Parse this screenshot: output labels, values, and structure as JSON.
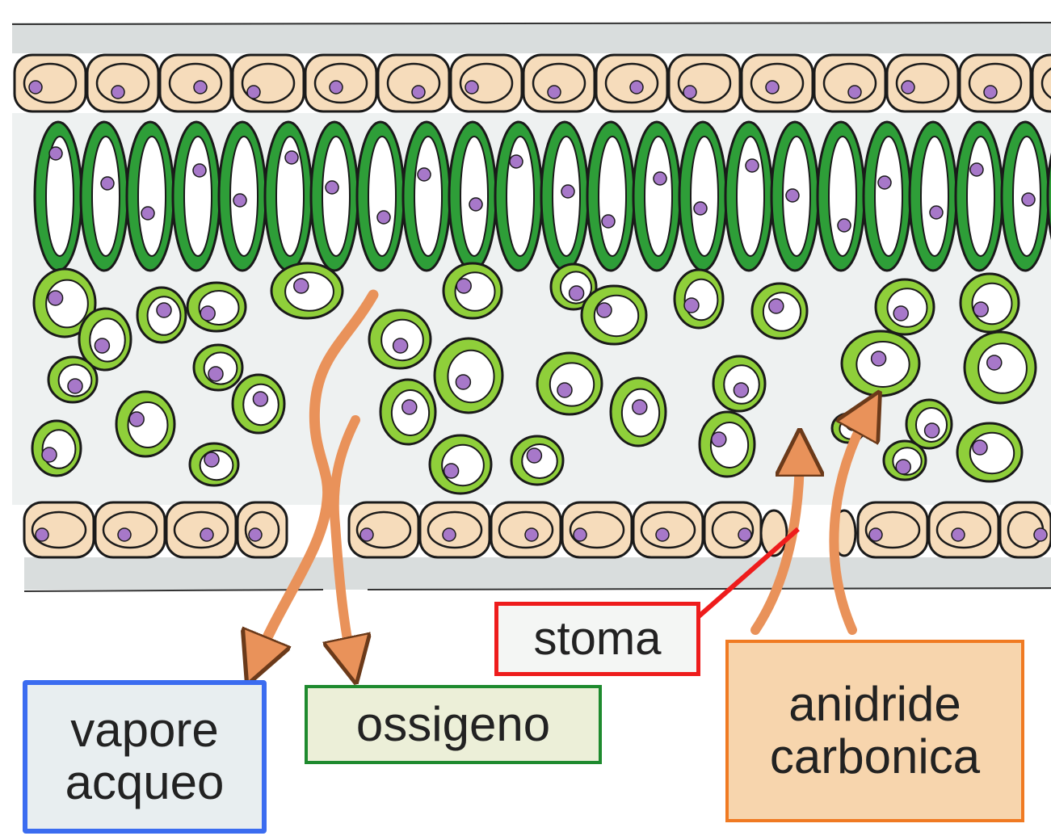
{
  "labels": {
    "vapore": [
      "vapore",
      "acqueo"
    ],
    "ossigeno": "ossigeno",
    "stoma": "stoma",
    "anidride": [
      "anidride",
      "carbonica"
    ]
  },
  "colors": {
    "epidermis_fill": "#f6dcbb",
    "cell_outline": "#1a1a1a",
    "chloroplast_dark": "#2e9e38",
    "chloroplast_light": "#8fcf3a",
    "nucleus": "#a778c9",
    "arrow": "#e9925a",
    "cuticle": "#d9dddd",
    "vapore_border": "#3b6cf0",
    "ossigeno_border": "#1e8a2e",
    "stoma_border": "#ee1c1c",
    "anidride_border": "#f07a22"
  }
}
